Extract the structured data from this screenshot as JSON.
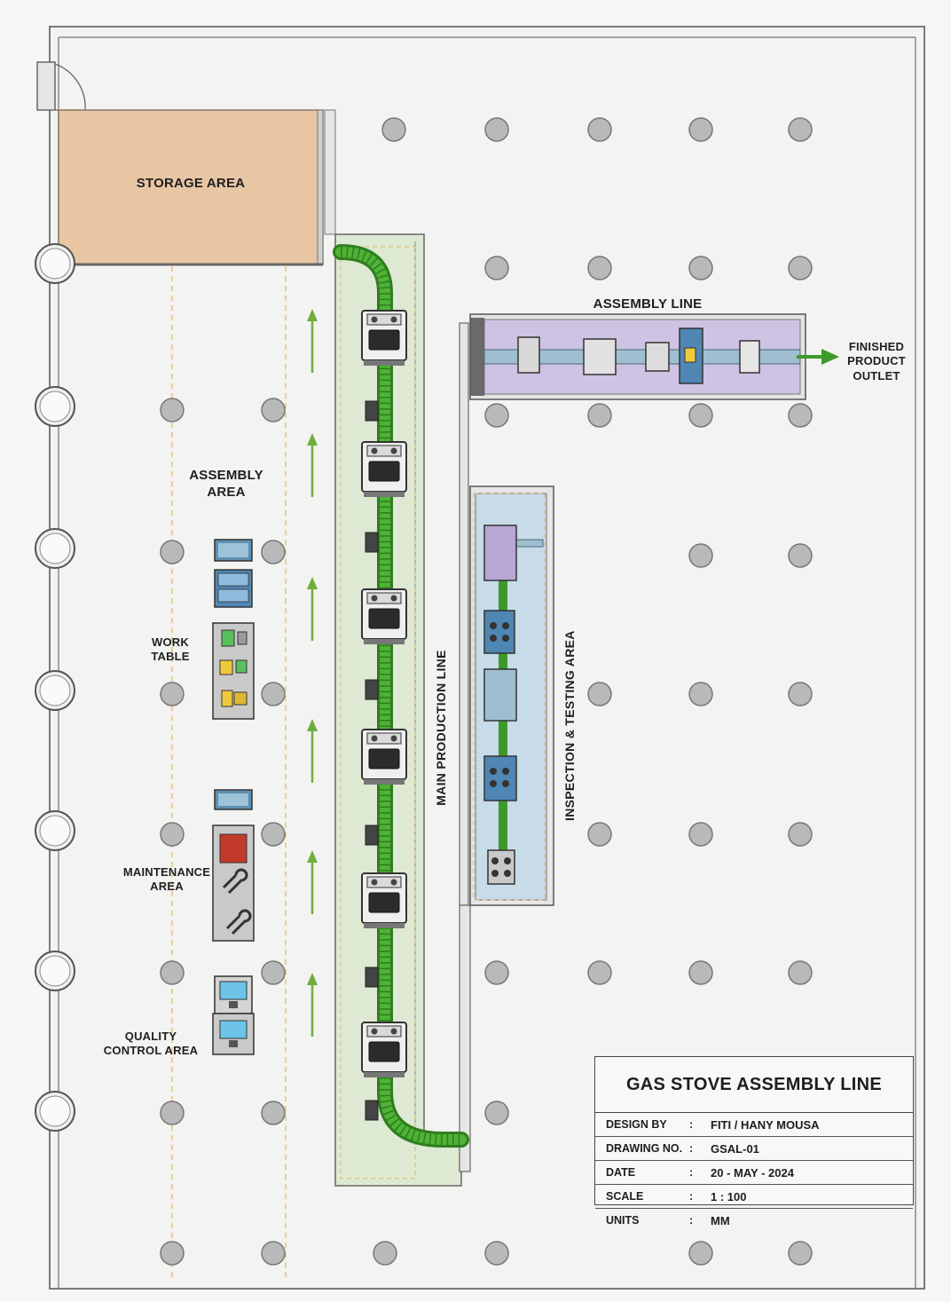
{
  "zones": {
    "storage": "STORAGE AREA",
    "assembly_area": [
      "ASSEMBLY",
      "AREA"
    ],
    "work_table": [
      "WORK",
      "TABLE"
    ],
    "maintenance": [
      "MAINTENANCE",
      "AREA"
    ],
    "quality_control": [
      "QUALITY",
      "CONTROL AREA"
    ],
    "assembly_line": "ASSEMBLY LINE",
    "finished_outlet": [
      "FINISHED",
      "PRODUCT",
      "OUTLET"
    ],
    "main_production_line": "MAIN PRODUCTION LINE",
    "inspection_testing": "INSPECTION & TESTING AREA"
  },
  "title_block": {
    "title": "GAS STOVE ASSEMBLY LINE",
    "rows": [
      {
        "key": "DESIGN BY",
        "value": "FITI / HANY MOUSA"
      },
      {
        "key": "DRAWING NO.",
        "value": "GSAL-01"
      },
      {
        "key": "DATE",
        "value": "20 - MAY - 2024"
      },
      {
        "key": "SCALE",
        "value": "1 : 100"
      },
      {
        "key": "UNITS",
        "value": "MM"
      }
    ],
    "colon": ":"
  },
  "colors": {
    "storage_fill": "#e8c6a4",
    "production_zone": "#dde9d2",
    "conveyor": "#3d9a2a",
    "assembly_line_zone": "#cec3e2",
    "inspection_zone": "#c7dbe8",
    "column": "#b9b9b9",
    "flow_arrow": "#6fae3c"
  }
}
